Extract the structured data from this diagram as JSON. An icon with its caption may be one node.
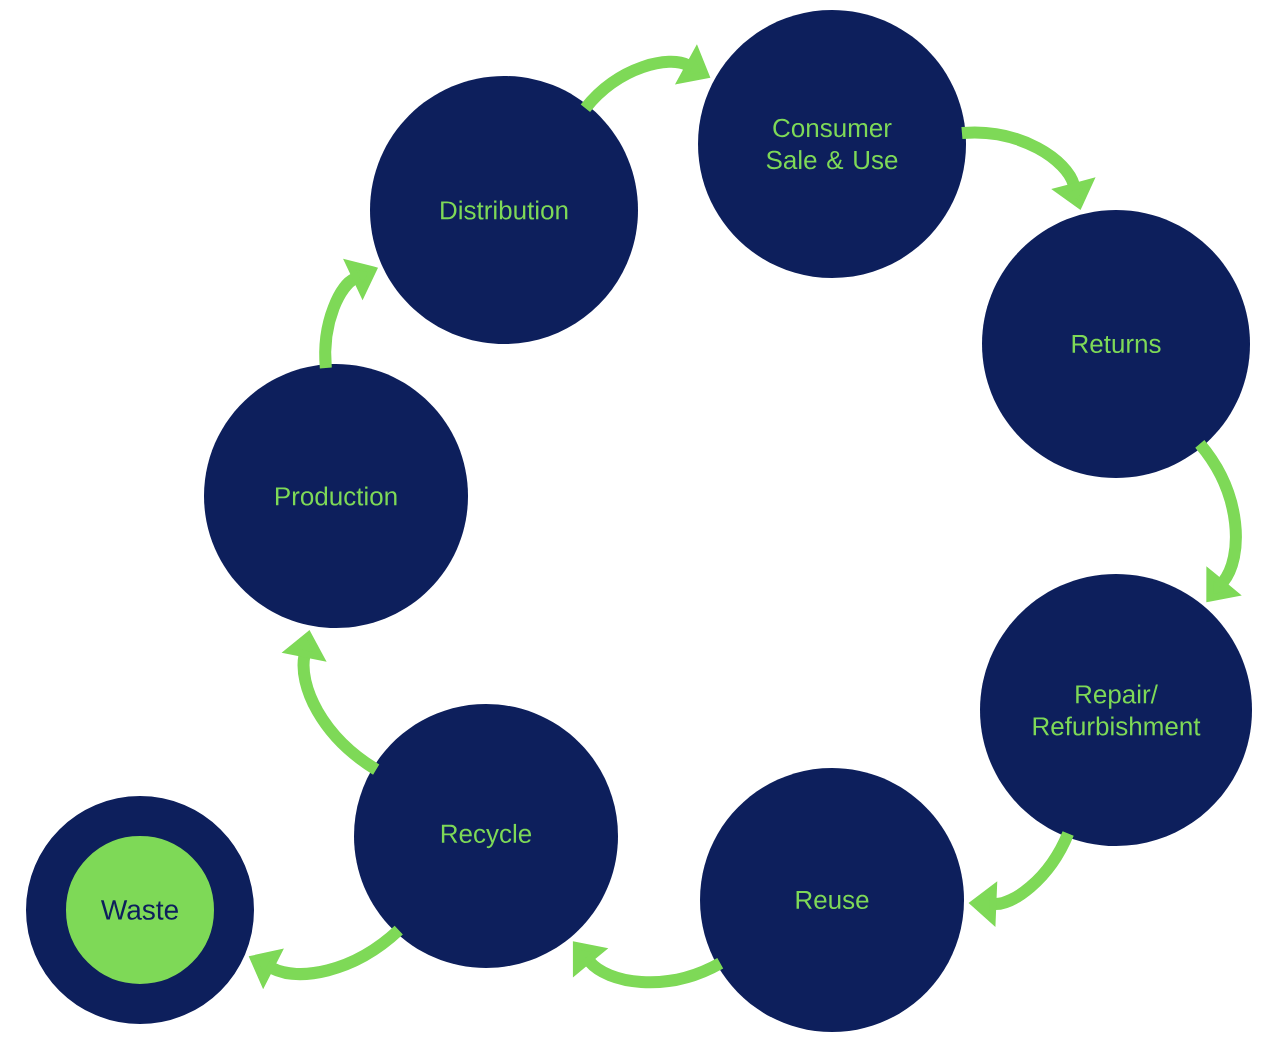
{
  "diagram": {
    "nodes": [
      {
        "text": [
          "Production"
        ]
      },
      {
        "text": [
          "Distribution"
        ]
      },
      {
        "text": [
          "Consumer Sale & Use"
        ]
      },
      {
        "text": [
          "Returns"
        ]
      },
      {
        "text": [
          "Repair/ Refurbishment"
        ]
      },
      {
        "text": [
          "Reuse"
        ]
      },
      {
        "text": [
          "Recycle"
        ]
      },
      {
        "text": [
          "Waste"
        ]
      }
    ],
    "edges": [
      {
        "from": 0,
        "to": 1,
        "arrow": "to"
      },
      {
        "from": 1,
        "to": 2,
        "arrow": "to"
      },
      {
        "from": 2,
        "to": 3,
        "arrow": "to"
      },
      {
        "from": 3,
        "to": 4,
        "arrow": "to"
      },
      {
        "from": 4,
        "to": 5,
        "arrow": "to"
      },
      {
        "from": 5,
        "to": 6,
        "arrow": "to"
      },
      {
        "from": 6,
        "to": 0,
        "arrow": "to"
      },
      {
        "from": 6,
        "to": 7,
        "arrow": "to"
      }
    ]
  }
}
